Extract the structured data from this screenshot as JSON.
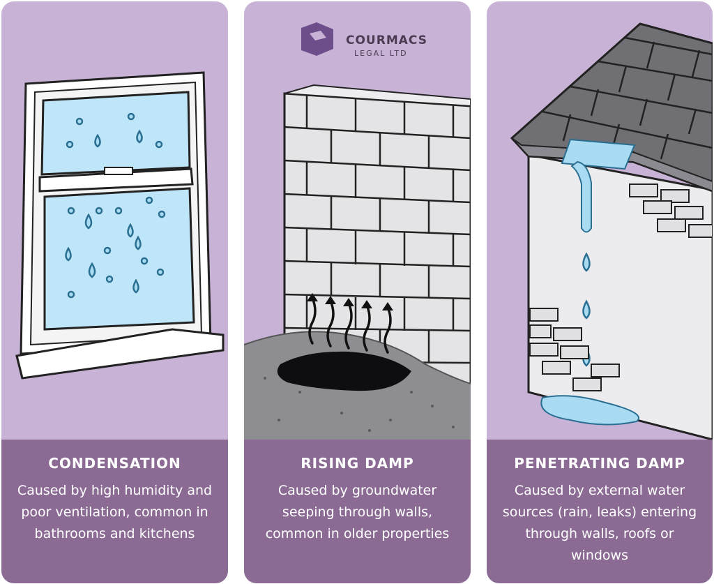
{
  "brand": {
    "name": "COURMACS",
    "sub": "LEGAL LTD"
  },
  "cards": [
    {
      "title": "CONDENSATION",
      "description": "Caused by high humidity and poor ventilation, common in bathrooms and kitchens",
      "icon": "window-condensation-icon"
    },
    {
      "title": "RISING DAMP",
      "description": "Caused by groundwater seeping through walls, common in older properties",
      "icon": "brick-wall-rising-damp-icon"
    },
    {
      "title": "PENETRATING DAMP",
      "description": "Caused by external water sources (rain, leaks) entering through walls, roofs or windows",
      "icon": "roof-leak-icon"
    }
  ],
  "colors": {
    "card_bg": "#c8b3d6",
    "caption_bg": "#8b6b94",
    "water": "#a9dbf3",
    "water_stroke": "#2a6f92"
  }
}
